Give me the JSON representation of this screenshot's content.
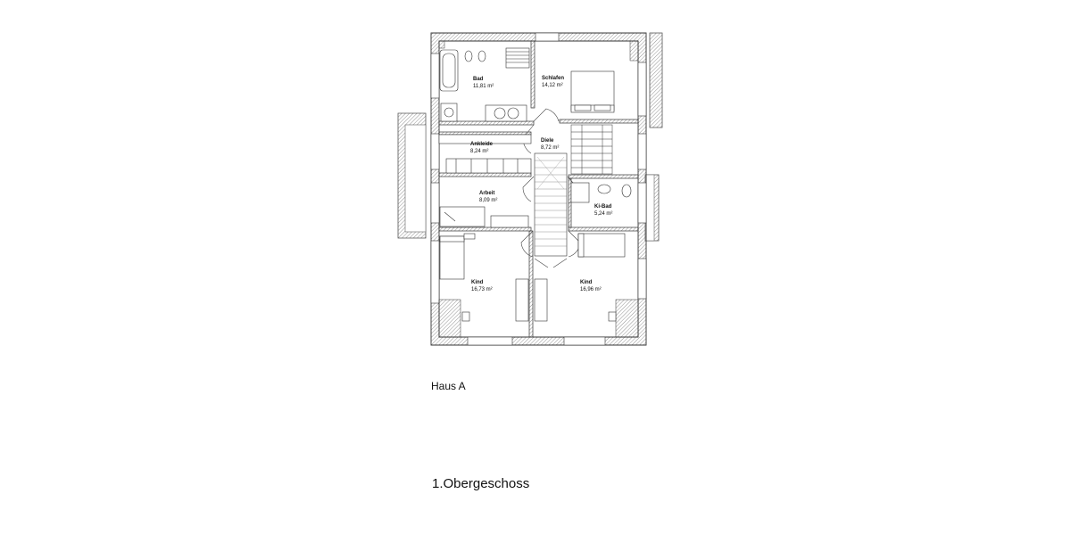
{
  "plan": {
    "rooms": [
      {
        "id": "bad",
        "name": "Bad",
        "area": "11,81 m²"
      },
      {
        "id": "schlafen",
        "name": "Schlafen",
        "area": "14,12 m²"
      },
      {
        "id": "ankleide",
        "name": "Ankleide",
        "area": "8,24 m²"
      },
      {
        "id": "diele",
        "name": "Diele",
        "area": "8,72 m²"
      },
      {
        "id": "arbeit",
        "name": "Arbeit",
        "area": "8,09 m²"
      },
      {
        "id": "kibad",
        "name": "Ki-Bad",
        "area": "5,24 m²"
      },
      {
        "id": "kind1",
        "name": "Kind",
        "area": "16,73 m²"
      },
      {
        "id": "kind2",
        "name": "Kind",
        "area": "16,96 m²"
      }
    ],
    "house_label": "Haus A",
    "floor_label": "1.Obergeschoss"
  },
  "colors": {
    "line": "#333333",
    "hatch": "#777777",
    "background": "#ffffff"
  }
}
